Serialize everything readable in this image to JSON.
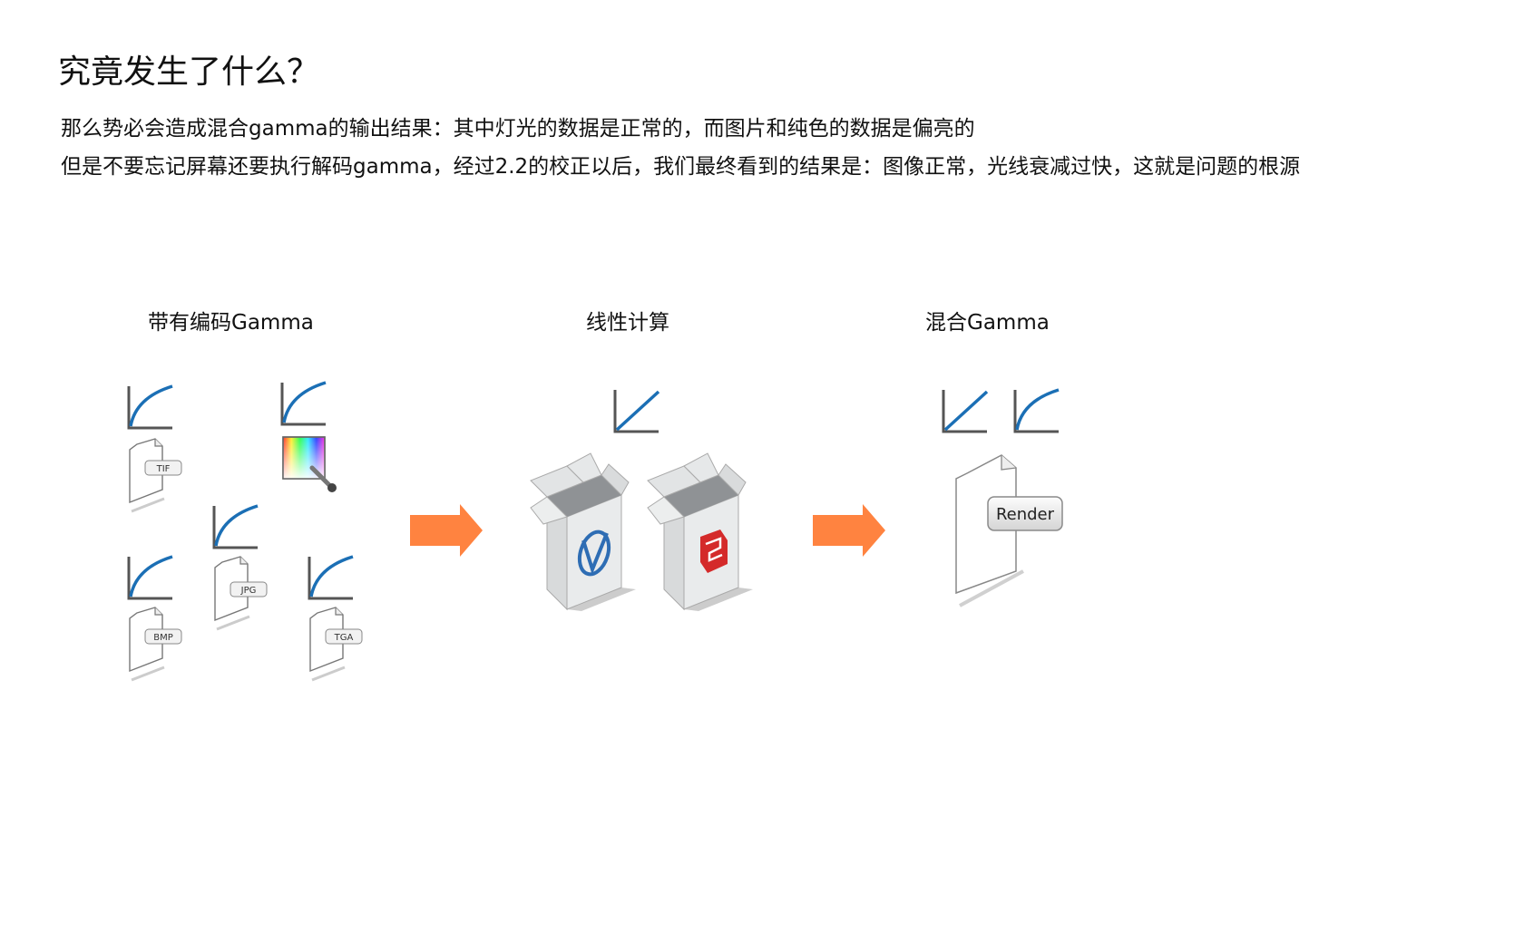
{
  "title": "究竟发生了什么？",
  "body_lines": [
    "那么势必会造成混合gamma的输出结果：其中灯光的数据是正常的，而图片和纯色的数据是偏亮的",
    "但是不要忘记屏幕还要执行解码gamma，经过2.2的校正以后，我们最终看到的结果是：图像正常，光线衰减过快，这就是问题的根源"
  ],
  "stages": [
    {
      "label": "带有编码Gamma"
    },
    {
      "label": "线性计算"
    },
    {
      "label": "混合Gamma"
    }
  ],
  "file_tags": {
    "tif": "TIF",
    "jpg": "JPG",
    "bmp": "BMP",
    "tga": "TGA"
  },
  "render_button": "Render",
  "colors": {
    "arrow": "#FF8340",
    "curve": "#1B6FB5",
    "axis": "#555555",
    "max_logo": "#2E6DB4",
    "sketchup_logo": "#D42A2A"
  }
}
